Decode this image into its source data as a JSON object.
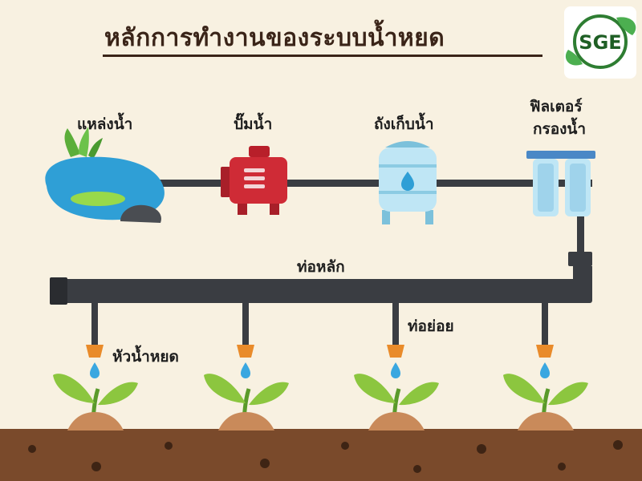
{
  "title": "หลักการทำงานของระบบน้ำหยด",
  "logo": {
    "text": "SGE",
    "ring_color": "#2e7d32",
    "leaf_color": "#4caf50"
  },
  "labels": {
    "water_source": "แหล่งน้ำ",
    "pump": "ปั๊มน้ำ",
    "tank": "ถังเก็บน้ำ",
    "filter_line1": "ฟิลเตอร์",
    "filter_line2": "กรองน้ำ",
    "main_pipe": "ท่อหลัก",
    "sub_pipe": "ท่อย่อย",
    "dripper": "หัวน้ำหยด"
  },
  "colors": {
    "background": "#f8f1e1",
    "pipe": "#3a3d42",
    "pump": "#cf2b36",
    "tank": "#bfe6f5",
    "water": "#3aa7e0",
    "soil": "#7a4a2b",
    "plant": "#8cc63f",
    "dripper": "#e98b2a"
  },
  "icons": [
    "pond-icon",
    "pump-icon",
    "tank-icon",
    "filter-icon",
    "dripper-icon",
    "plant-icon",
    "logo-leaf-icon"
  ]
}
